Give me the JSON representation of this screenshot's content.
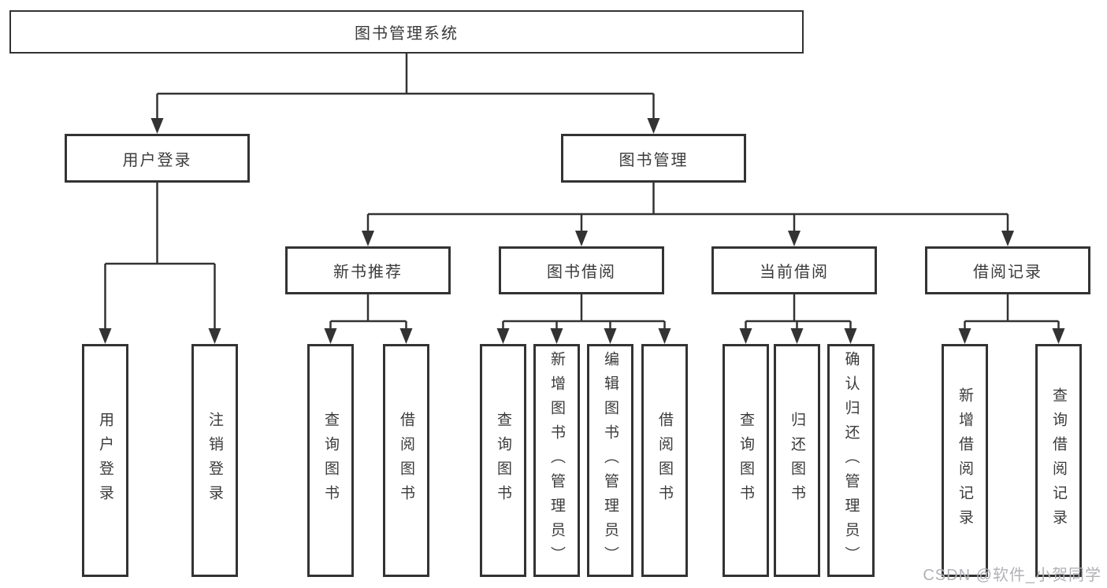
{
  "diagram_title": "图书管理系统",
  "nodes": {
    "root": {
      "label": "图书管理系统"
    },
    "user_login": {
      "label": "用户登录"
    },
    "book_mgmt": {
      "label": "图书管理"
    },
    "new_book_rec": {
      "label": "新书推荐"
    },
    "book_borrow": {
      "label": "图书借阅"
    },
    "current_borrow": {
      "label": "当前借阅"
    },
    "borrow_records": {
      "label": "借阅记录"
    },
    "leaf_user_login": {
      "label": "用户登录"
    },
    "leaf_logout": {
      "label": "注销登录"
    },
    "leaf_nb_query_book": {
      "label": "查询图书"
    },
    "leaf_nb_borrow_book": {
      "label": "借阅图书"
    },
    "leaf_bb_query_book": {
      "label": "查询图书"
    },
    "leaf_bb_add_book": {
      "label": "新增图书（管理员）"
    },
    "leaf_bb_edit_book": {
      "label": "编辑图书（管理员）"
    },
    "leaf_bb_borrow_book": {
      "label": "借阅图书"
    },
    "leaf_cb_query_book": {
      "label": "查询图书"
    },
    "leaf_cb_return_book": {
      "label": "归还图书"
    },
    "leaf_cb_confirm_return": {
      "label": "确认归还（管理员）"
    },
    "leaf_br_add_record": {
      "label": "新增借阅记录"
    },
    "leaf_br_query_record": {
      "label": "查询借阅记录"
    }
  },
  "structure": {
    "图书管理系统": [
      "用户登录",
      "图书管理"
    ],
    "用户登录": [
      "用户登录",
      "注销登录"
    ],
    "图书管理": [
      "新书推荐",
      "图书借阅",
      "当前借阅",
      "借阅记录"
    ],
    "新书推荐": [
      "查询图书",
      "借阅图书"
    ],
    "图书借阅": [
      "查询图书",
      "新增图书（管理员）",
      "编辑图书（管理员）",
      "借阅图书"
    ],
    "当前借阅": [
      "查询图书",
      "归还图书",
      "确认归还（管理员）"
    ],
    "借阅记录": [
      "新增借阅记录",
      "查询借阅记录"
    ]
  },
  "watermark": {
    "text": "CSDN @软件_小贺同学"
  },
  "colors": {
    "line": "#333333",
    "box_border": "#333333",
    "text": "#3b3b3b",
    "watermark": "#b2b2b7",
    "background": "#ffffff"
  }
}
